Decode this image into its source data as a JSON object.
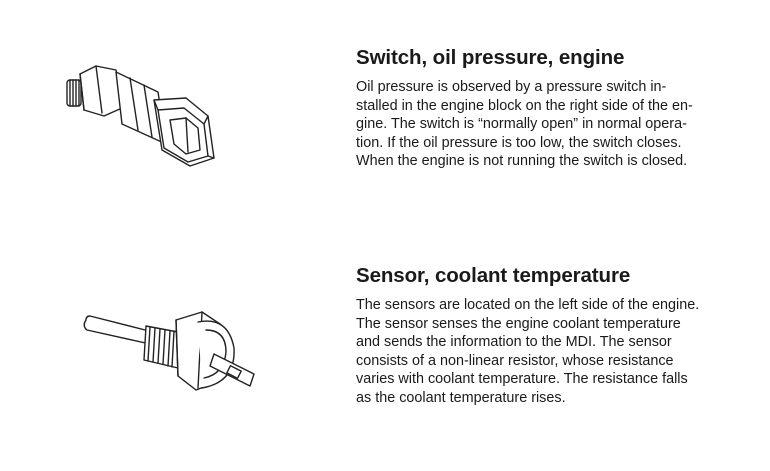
{
  "sections": [
    {
      "title": "Switch, oil pressure, engine",
      "illustration": "oil-pressure-switch-illustration",
      "lines": [
        "Oil pressure is observed by a pressure switch in-",
        "stalled in the engine block on the right side of the en-",
        "gine. The switch is “normally open” in normal opera-",
        "tion. If the oil pressure is too low, the switch closes.",
        "When the engine is not running the switch is closed."
      ]
    },
    {
      "title": "Sensor, coolant temperature",
      "illustration": "coolant-temperature-sensor-illustration",
      "lines": [
        "The sensors are located on the left side of the engine.",
        "The sensor senses the engine coolant temperature",
        "and sends the information to the MDI. The sensor",
        "consists of a non-linear resistor, whose resistance",
        "varies with coolant temperature. The resistance falls",
        "as the coolant temperature rises."
      ]
    }
  ]
}
